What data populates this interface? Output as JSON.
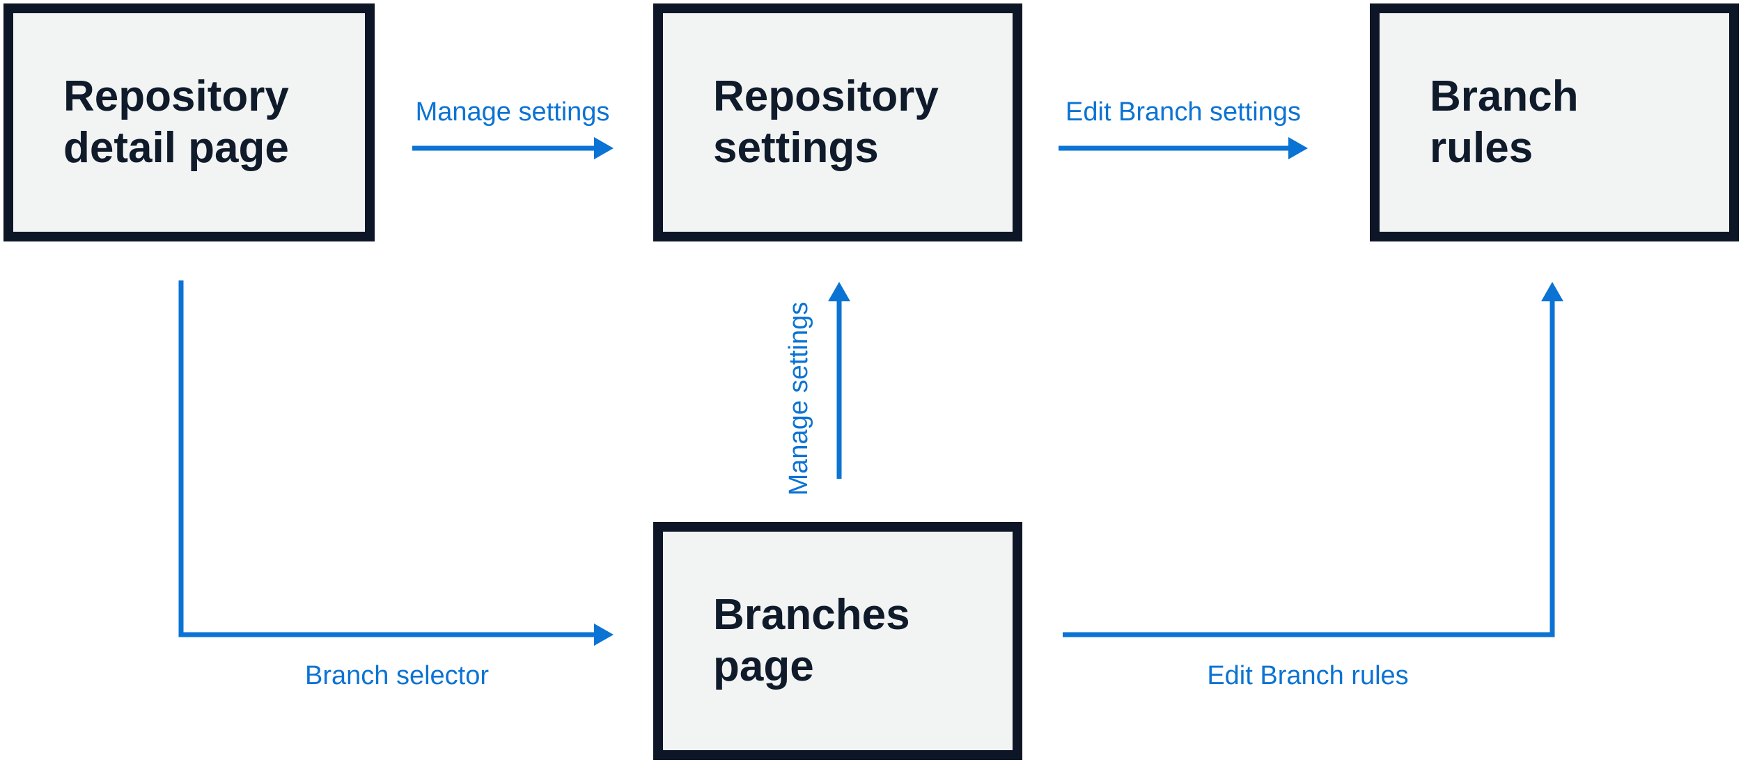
{
  "diagram": {
    "background": "#ffffff",
    "accent_blue": "#0b73d3",
    "box_fill": "#f2f3f3",
    "box_border": "#0d1626",
    "title_text": "#0f1b2a"
  },
  "boxes": [
    {
      "name": "repository-detail-page",
      "line1": "Repository",
      "line2": "detail page"
    },
    {
      "name": "repository-settings",
      "line1": "Repository",
      "line2": "settings"
    },
    {
      "name": "branch-rules",
      "line1": "Branch",
      "line2": "rules"
    },
    {
      "name": "branches-page",
      "line1": "Branches",
      "line2": "page"
    }
  ],
  "connectors": [
    {
      "name": "manage-settings-top",
      "label": "Manage settings",
      "direction": "right"
    },
    {
      "name": "edit-branch-settings",
      "label": "Edit Branch settings",
      "direction": "right"
    },
    {
      "name": "manage-settings-up",
      "label": "Manage settings",
      "direction": "up"
    },
    {
      "name": "branch-selector",
      "label": "Branch selector",
      "direction": "down-then-right"
    },
    {
      "name": "edit-branch-rules",
      "label": "Edit Branch rules",
      "direction": "right-then-up"
    }
  ]
}
